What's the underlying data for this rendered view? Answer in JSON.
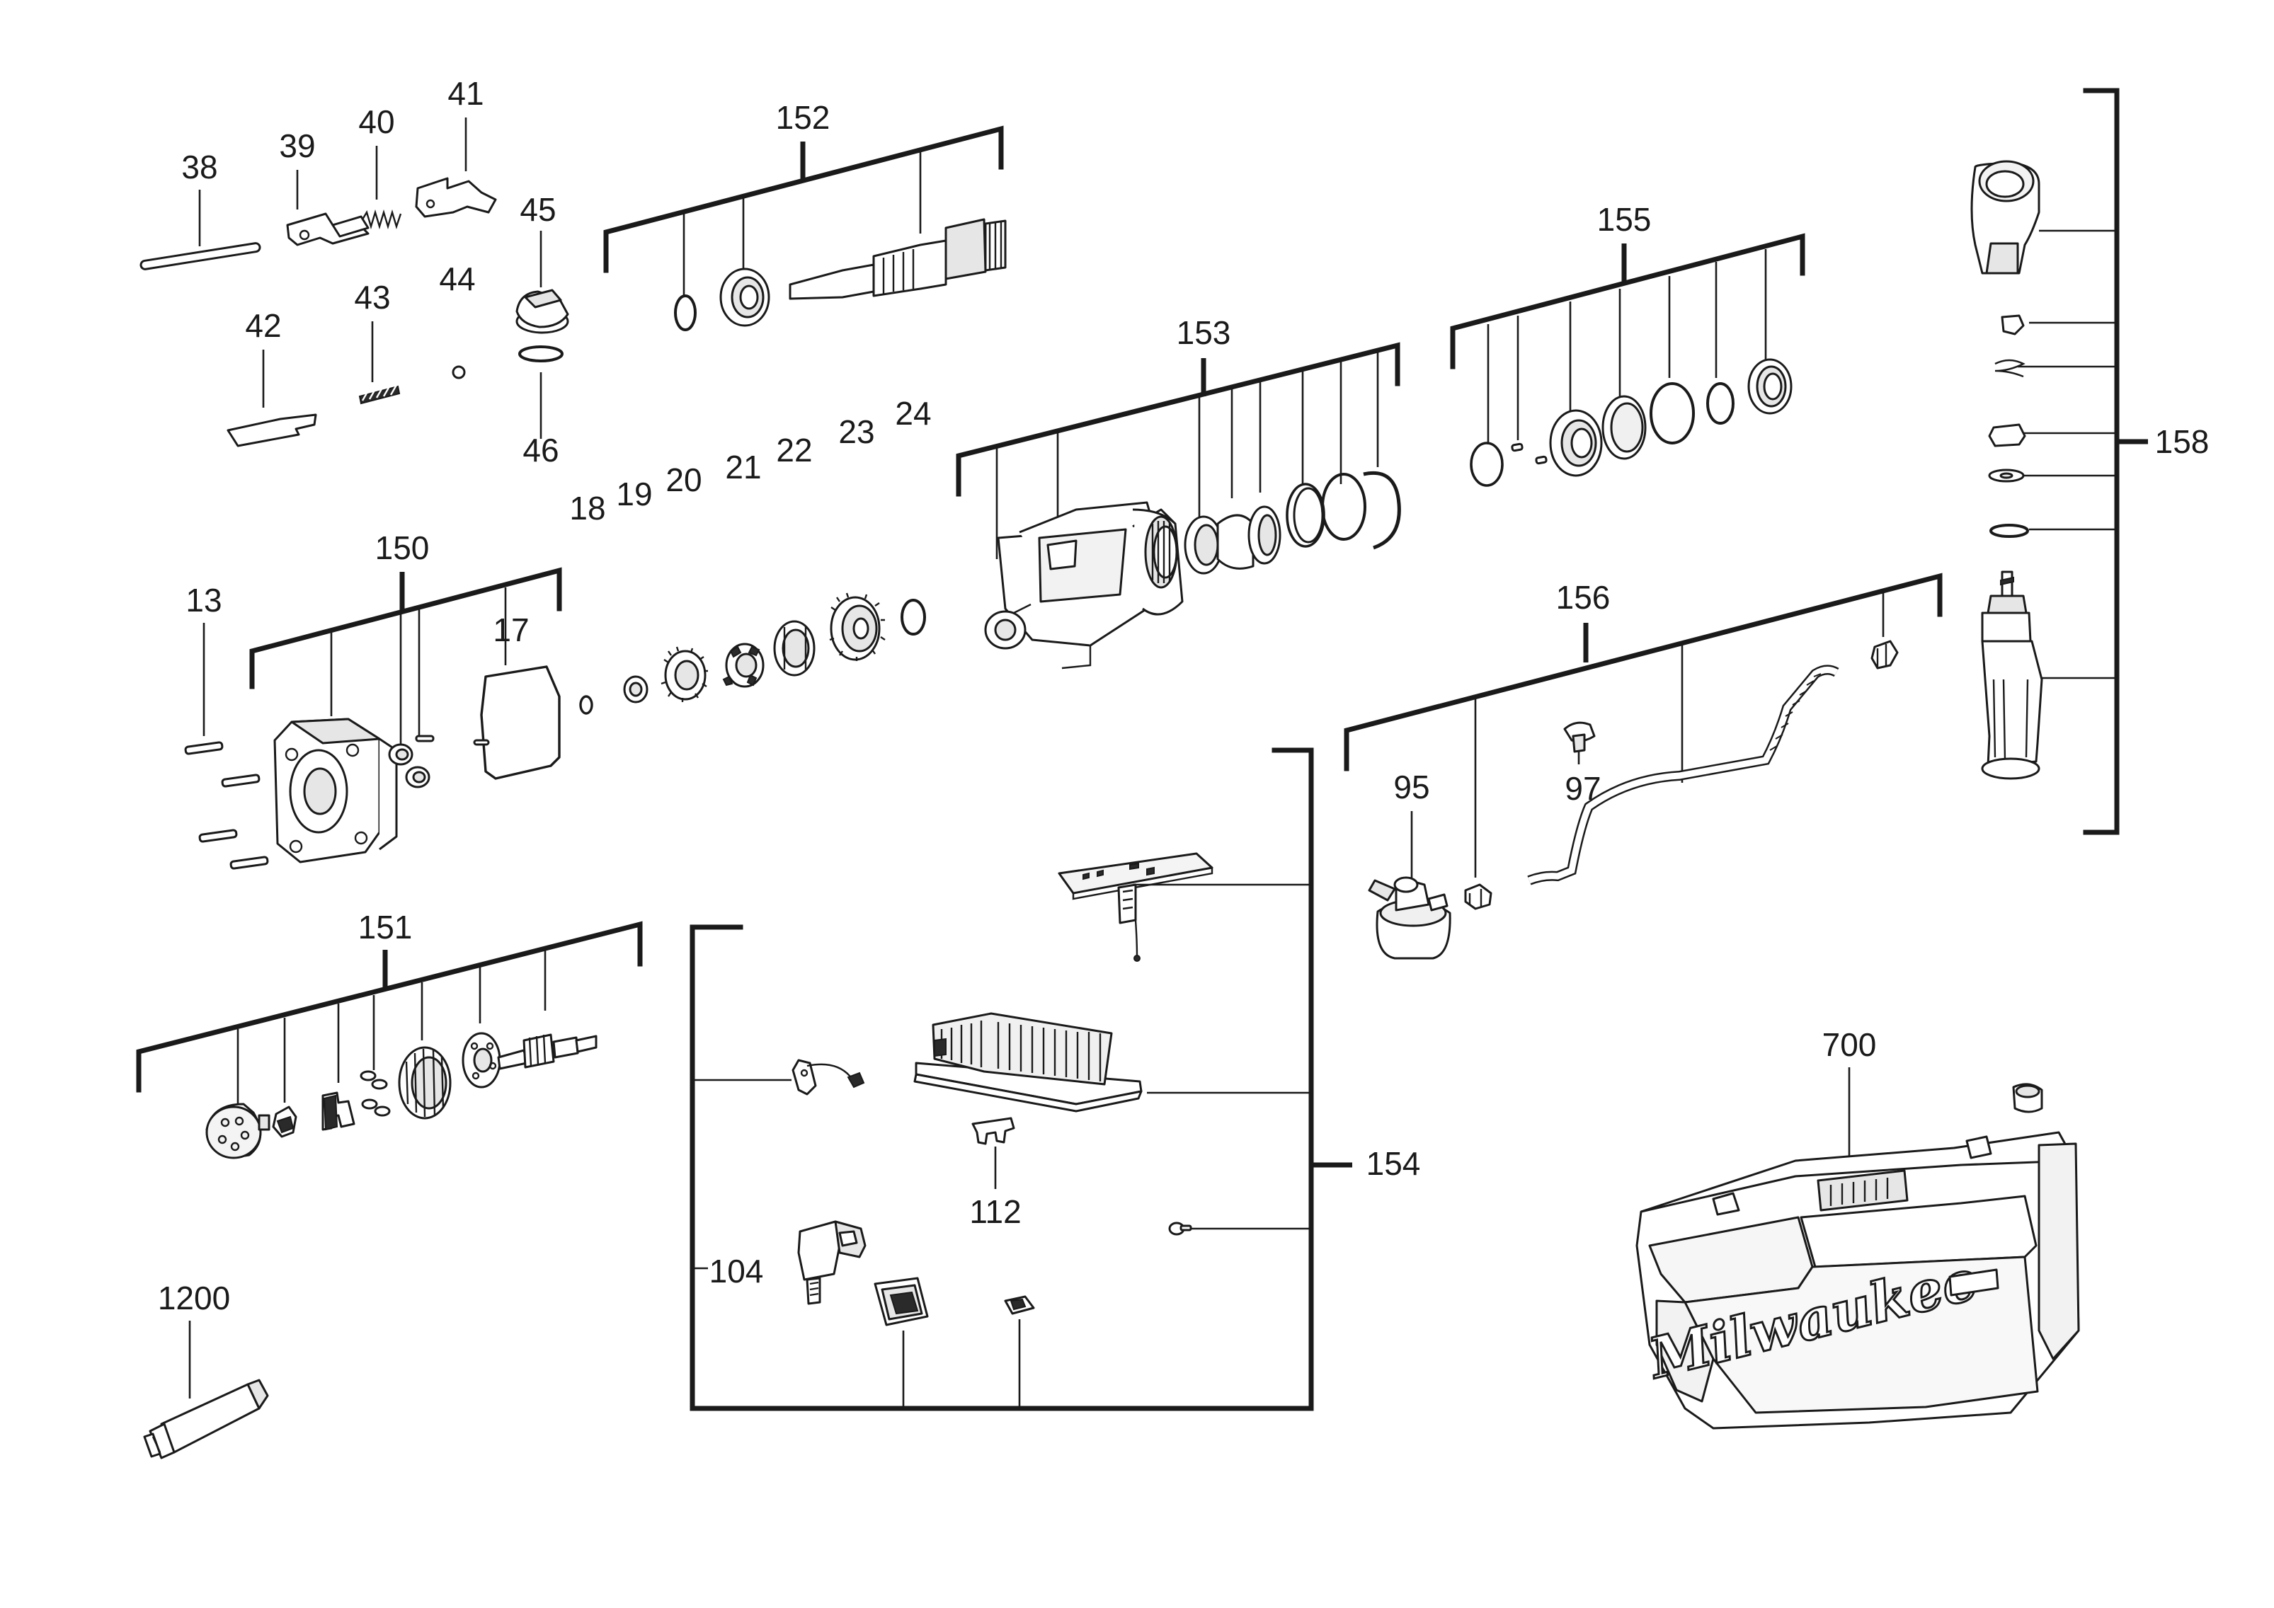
{
  "diagram": {
    "callouts": {
      "p13": "13",
      "p17": "17",
      "p18": "18",
      "p19": "19",
      "p20": "20",
      "p21": "21",
      "p22": "22",
      "p23": "23",
      "p24": "24",
      "p38": "38",
      "p39": "39",
      "p40": "40",
      "p41": "41",
      "p42": "42",
      "p43": "43",
      "p44": "44",
      "p45": "45",
      "p46": "46",
      "p95": "95",
      "p97": "97",
      "p104": "104",
      "p112": "112",
      "p150": "150",
      "p151": "151",
      "p152": "152",
      "p153": "153",
      "p154": "154",
      "p155": "155",
      "p156": "156",
      "p158": "158",
      "p700": "700",
      "p1200": "1200"
    },
    "case_logo_text": "Milwaukee"
  }
}
